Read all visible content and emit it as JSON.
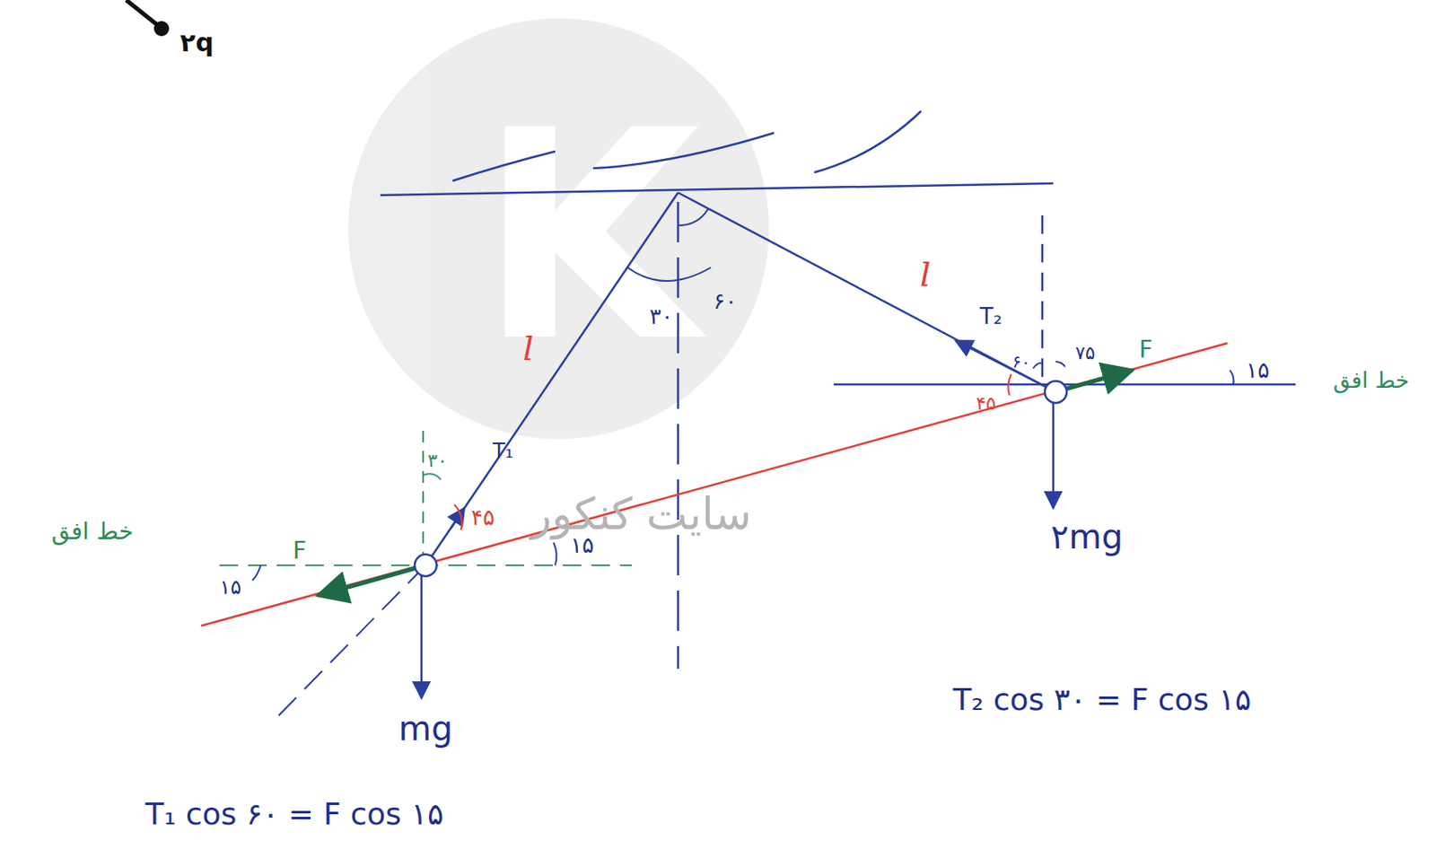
{
  "diagram": {
    "labels": [
      "۲q",
      "۳۰",
      "۶۰",
      "l",
      "l",
      "T₂",
      "۶۰",
      "۷۵",
      "F",
      "۱۵",
      "خط افق",
      "۴۵",
      "۲mg",
      "۳۰",
      "T₁",
      "۴۵",
      "۱۵",
      "F",
      "۱۵",
      "خط افق",
      "mg",
      "T₂ cos ۳۰ = F cos ۱۵",
      "T₁ cos ۶۰ = F cos ۱۵",
      "سایت کنکور"
    ]
  }
}
